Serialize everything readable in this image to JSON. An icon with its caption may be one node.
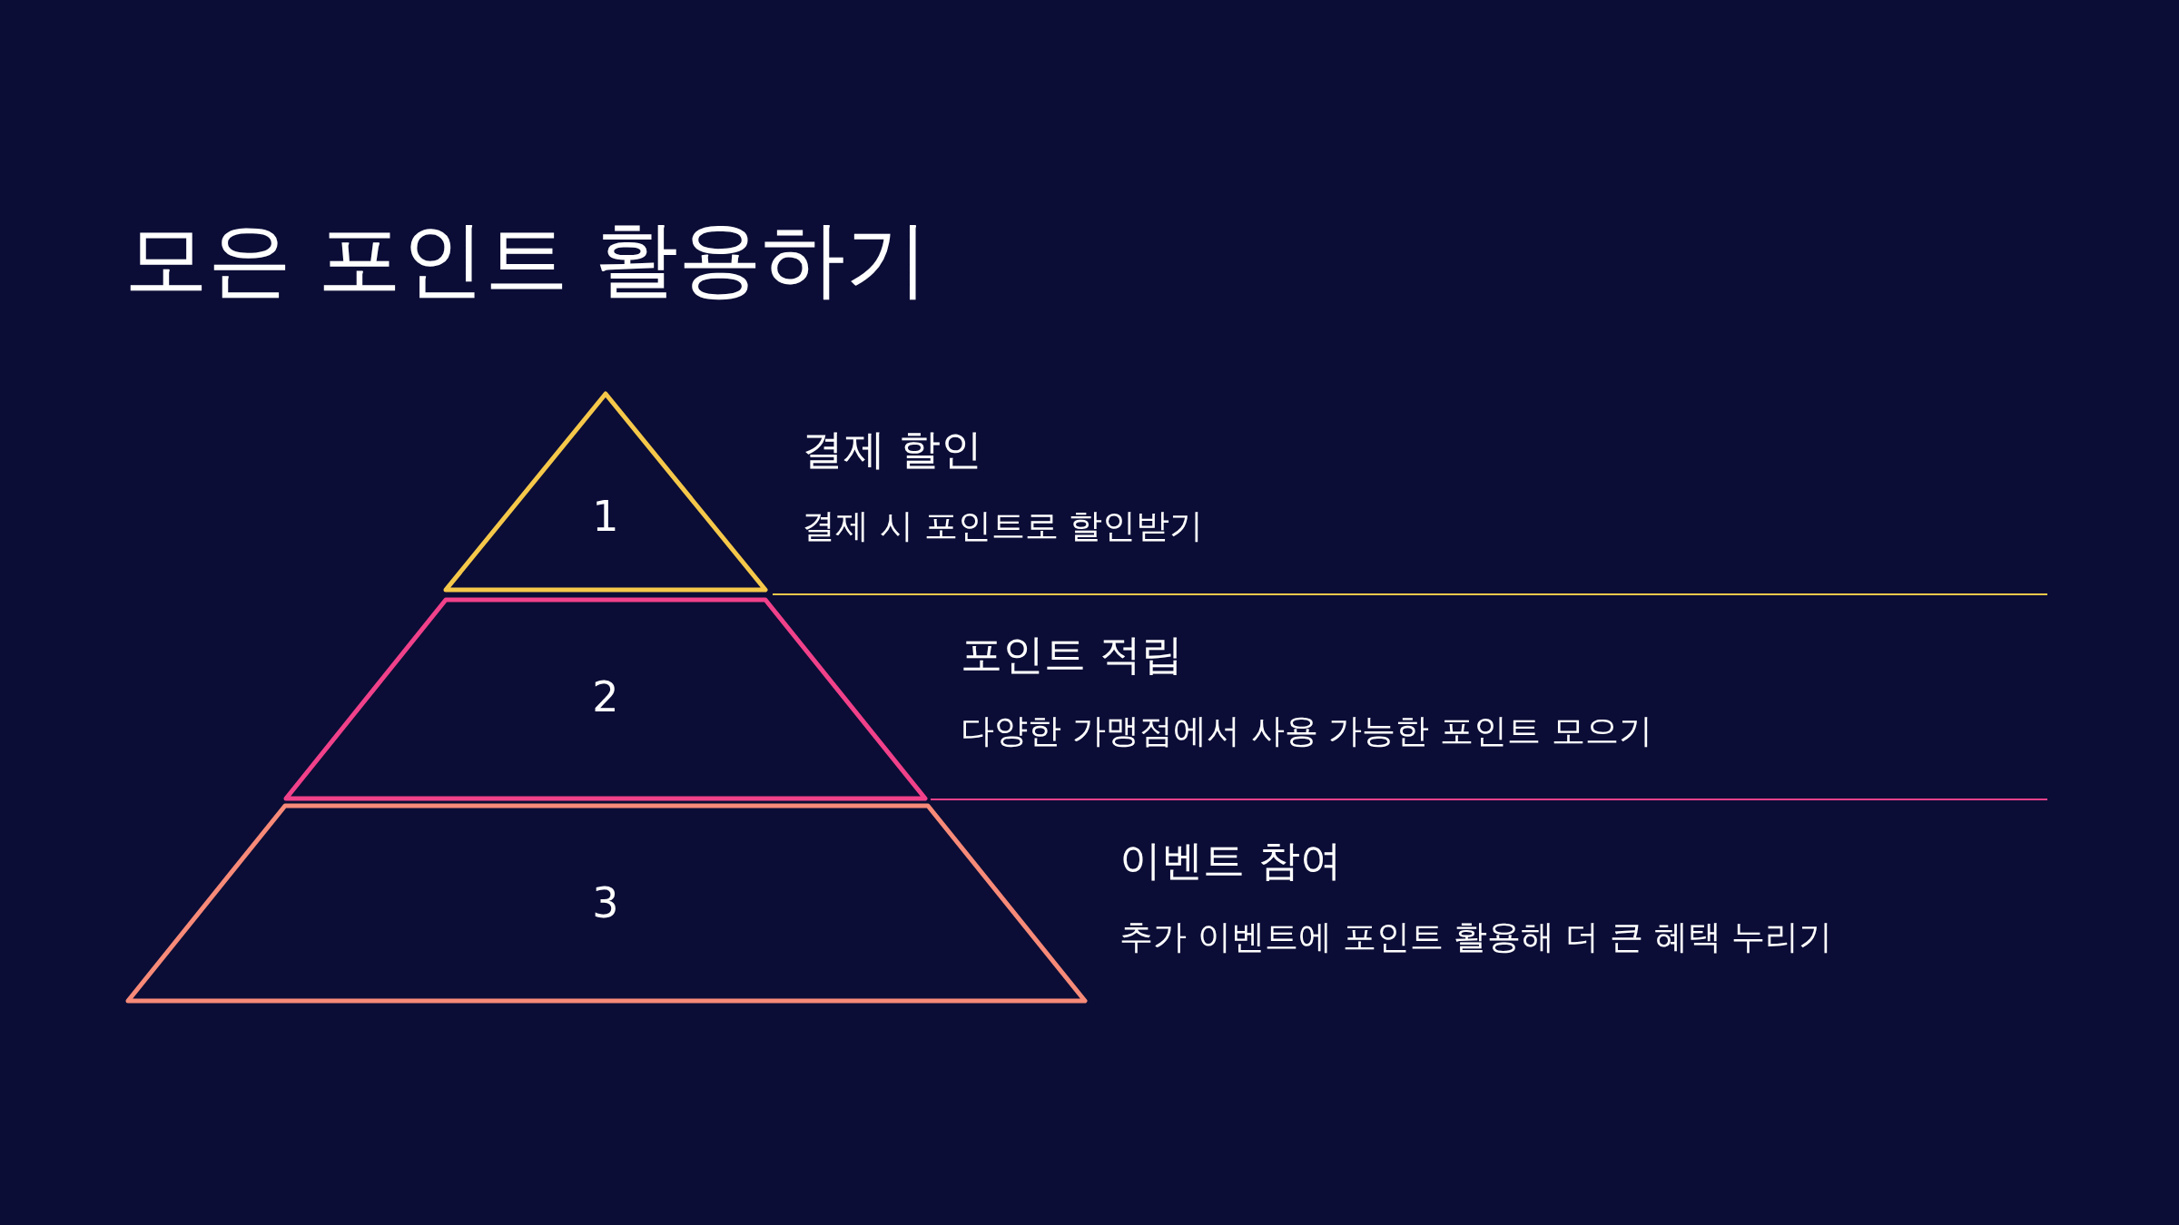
{
  "diagram": {
    "title": "모은 포인트 활용하기",
    "nodes": [
      {
        "text": [
          "1"
        ],
        "beside": [
          "결제 할인",
          "결제 시 포인트로 할인받기"
        ]
      },
      {
        "text": [
          "2"
        ],
        "beside": [
          "포인트 적립",
          "다양한 가맹점에서 사용 가능한 포인트 모으기"
        ]
      },
      {
        "text": [
          "3"
        ],
        "beside": [
          "이벤트 참여",
          "추가 이벤트에 포인트 활용해 더 큰 혜택 누리기"
        ]
      }
    ],
    "edges": []
  }
}
